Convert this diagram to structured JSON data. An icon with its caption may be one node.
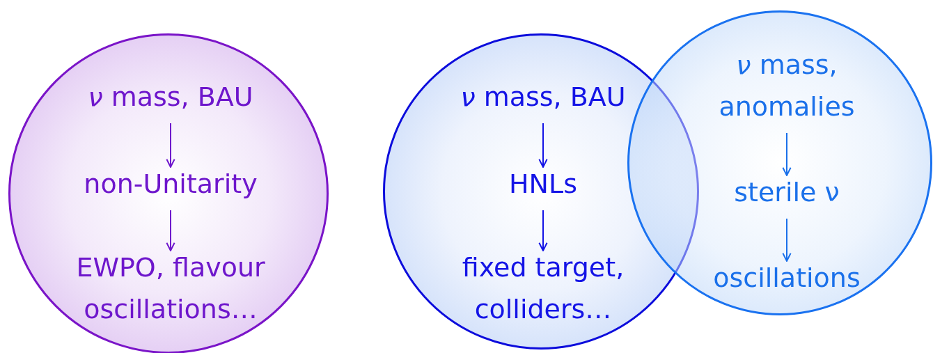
{
  "diagram": {
    "nodes": [
      {
        "text": [],
        "shape": "circle"
      },
      {
        "text": [
          "*ν* mass, BAU"
        ],
        "in": 0
      },
      {
        "text": [
          "non-Unitarity"
        ],
        "in": 0
      },
      {
        "text": [
          "EWPO, flavour oscillations…"
        ],
        "in": 0
      },
      {
        "text": [],
        "shape": "circle"
      },
      {
        "text": [
          "*ν* mass, BAU"
        ],
        "in": 4
      },
      {
        "text": [
          "HNLs"
        ],
        "in": 4
      },
      {
        "text": [
          "fixed target, colliders…"
        ],
        "in": 4
      },
      {
        "text": [],
        "shape": "circle"
      },
      {
        "text": [
          "*ν* mass, anomalies"
        ],
        "in": 8
      },
      {
        "text": [
          "sterile ν"
        ],
        "in": 8
      },
      {
        "text": [
          "oscillations"
        ],
        "in": 8
      }
    ],
    "edges": [
      {
        "from": 1,
        "to": 2,
        "arrow": "to"
      },
      {
        "from": 2,
        "to": 3,
        "arrow": "to"
      },
      {
        "from": 5,
        "to": 6,
        "arrow": "to"
      },
      {
        "from": 6,
        "to": 7,
        "arrow": "to"
      },
      {
        "from": 9,
        "to": 10,
        "arrow": "to"
      },
      {
        "from": 10,
        "to": 11,
        "arrow": "to"
      }
    ]
  }
}
